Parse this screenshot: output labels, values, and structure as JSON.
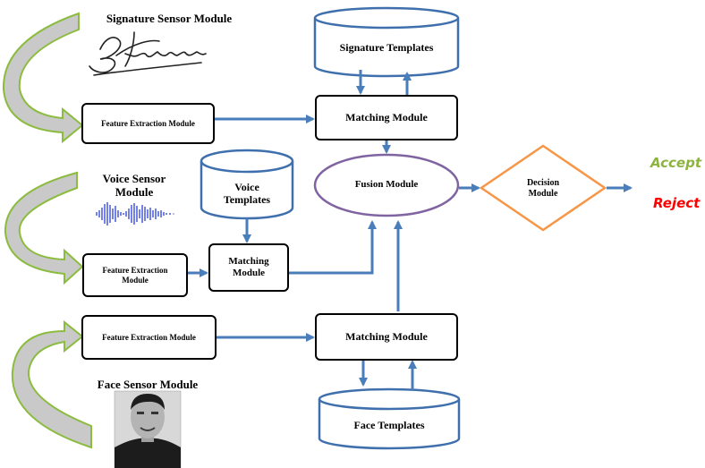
{
  "colors": {
    "arrow": "#4a7ebb",
    "cylinder_stroke": "#3f70ad",
    "fusion_stroke": "#8064a2",
    "decision_stroke": "#f79646",
    "sensor_arrow_fill": "#c9c9c9",
    "sensor_arrow_stroke": "#8cbc3f",
    "accept": "#8db43e",
    "reject": "#ff0000"
  },
  "sensors": {
    "signature": {
      "label": "Signature Sensor Module",
      "image": "signature-image"
    },
    "voice": {
      "label": "Voice Sensor Module",
      "image": "waveform-image"
    },
    "face": {
      "label": "Face Sensor Module",
      "image": "face-photo"
    }
  },
  "modules": {
    "feature_extraction_1": "Feature Extraction Module",
    "feature_extraction_2": "Feature Extraction Module",
    "feature_extraction_3": "Feature Extraction Module",
    "matching_1": "Matching Module",
    "matching_2": "Matching Module",
    "matching_3": "Matching Module",
    "fusion": "Fusion Module",
    "decision": "Decision Module"
  },
  "templates": {
    "signature": "Signature Templates",
    "voice": "Voice Templates",
    "face": "Face Templates"
  },
  "outcomes": {
    "accept": "Accept",
    "reject": "Reject"
  }
}
